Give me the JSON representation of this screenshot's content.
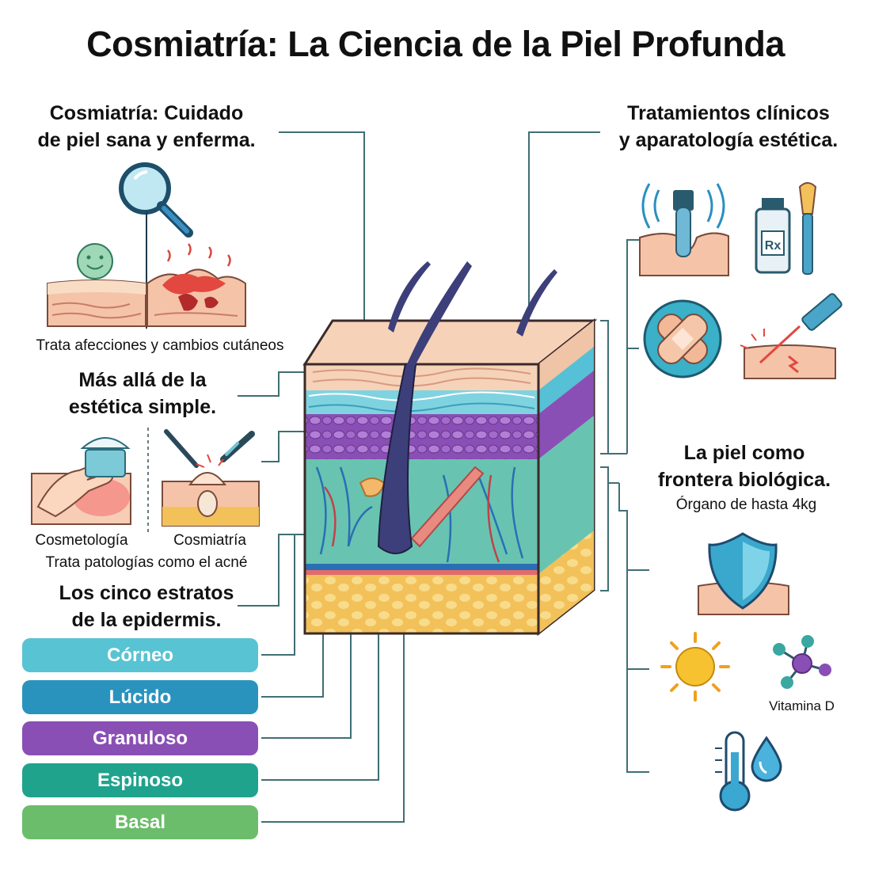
{
  "title": "Cosmiatría: La Ciencia de la Piel Profunda",
  "left": {
    "care_heading": [
      "Cosmiatría: Cuidado",
      "de piel sana y enferma."
    ],
    "care_caption": "Trata afecciones y cambios cutáneos",
    "beyond_heading": [
      "Más allá de la",
      "estética simple."
    ],
    "cosmetology_label": "Cosmetología",
    "cosmiatry_label": "Cosmiatría",
    "beyond_caption": "Trata patologías como el acné",
    "strata_heading": [
      "Los cinco estratos",
      "de la epidermis."
    ]
  },
  "strata": [
    {
      "label": "Córneo",
      "color": "#58c3d2"
    },
    {
      "label": "Lúcido",
      "color": "#2a93bd"
    },
    {
      "label": "Granuloso",
      "color": "#8a4fb5"
    },
    {
      "label": "Espinoso",
      "color": "#1fa38d"
    },
    {
      "label": "Basal",
      "color": "#6bbd6b"
    }
  ],
  "right": {
    "treatments_heading": [
      "Tratamientos clínicos",
      "y aparatología estética."
    ],
    "barrier_heading": [
      "La piel como",
      "frontera biológica."
    ],
    "barrier_caption": "Órgano de hasta 4kg",
    "vitamin_label": "Vitamina D",
    "rx_label": "Rx"
  },
  "colors": {
    "line": "#3f6f74",
    "accent": "#1f8fb0"
  }
}
